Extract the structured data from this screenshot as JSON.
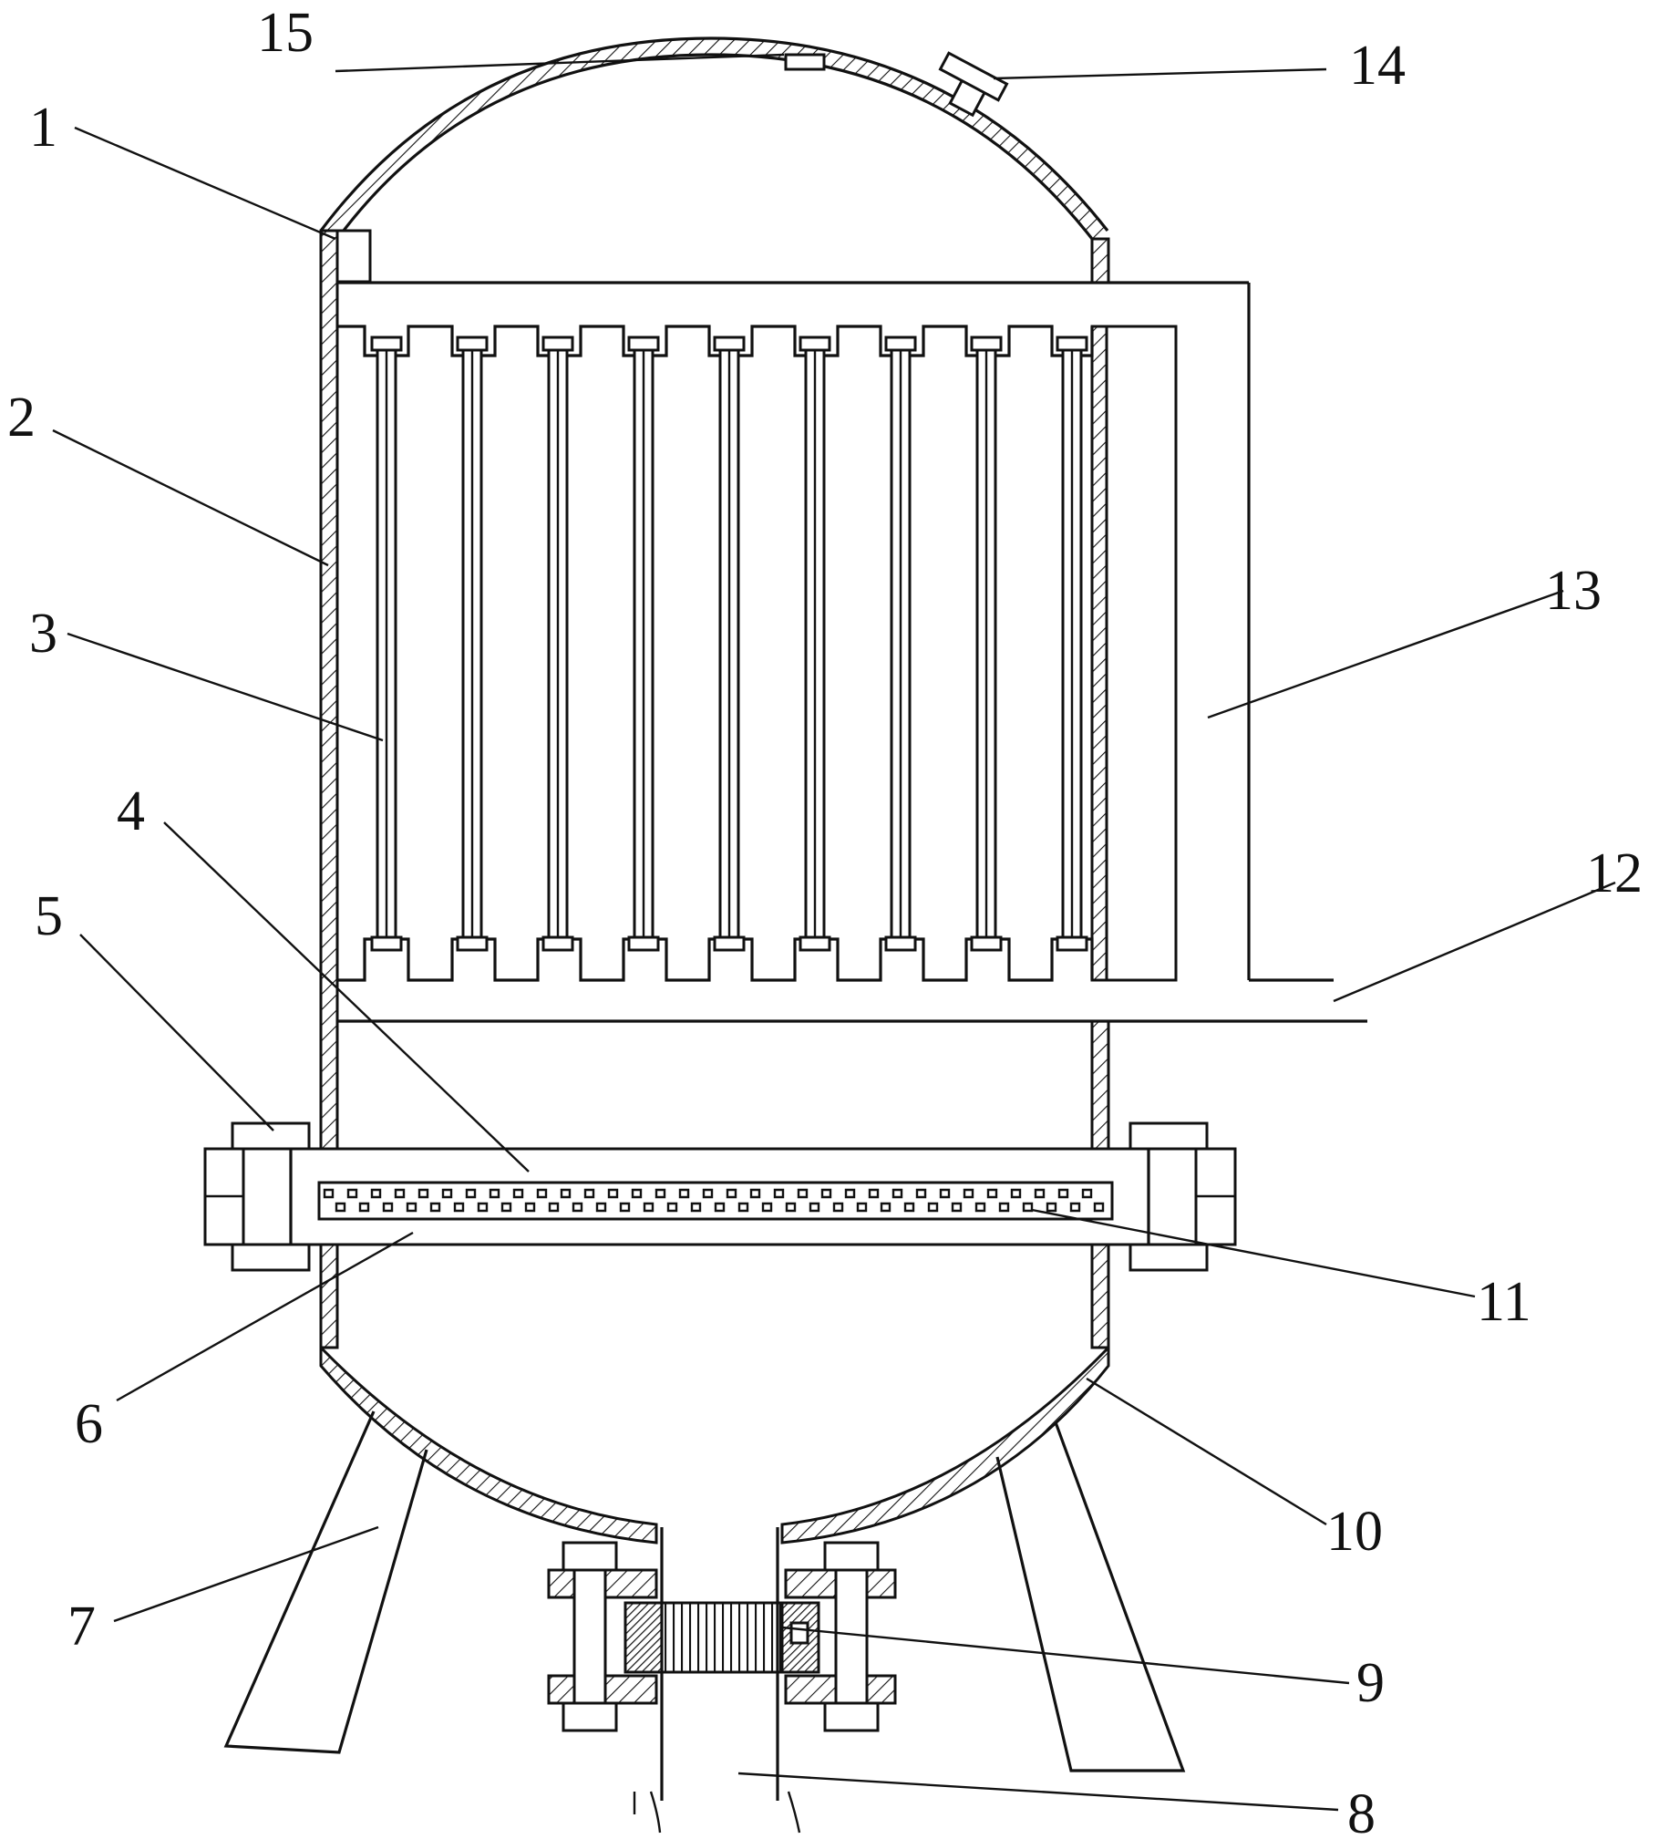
{
  "colors": {
    "ink": "#111111",
    "paper": "#ffffff"
  },
  "callouts": [
    "1",
    "2",
    "3",
    "4",
    "5",
    "6",
    "7",
    "8",
    "9",
    "10",
    "11",
    "12",
    "13",
    "14",
    "15"
  ]
}
